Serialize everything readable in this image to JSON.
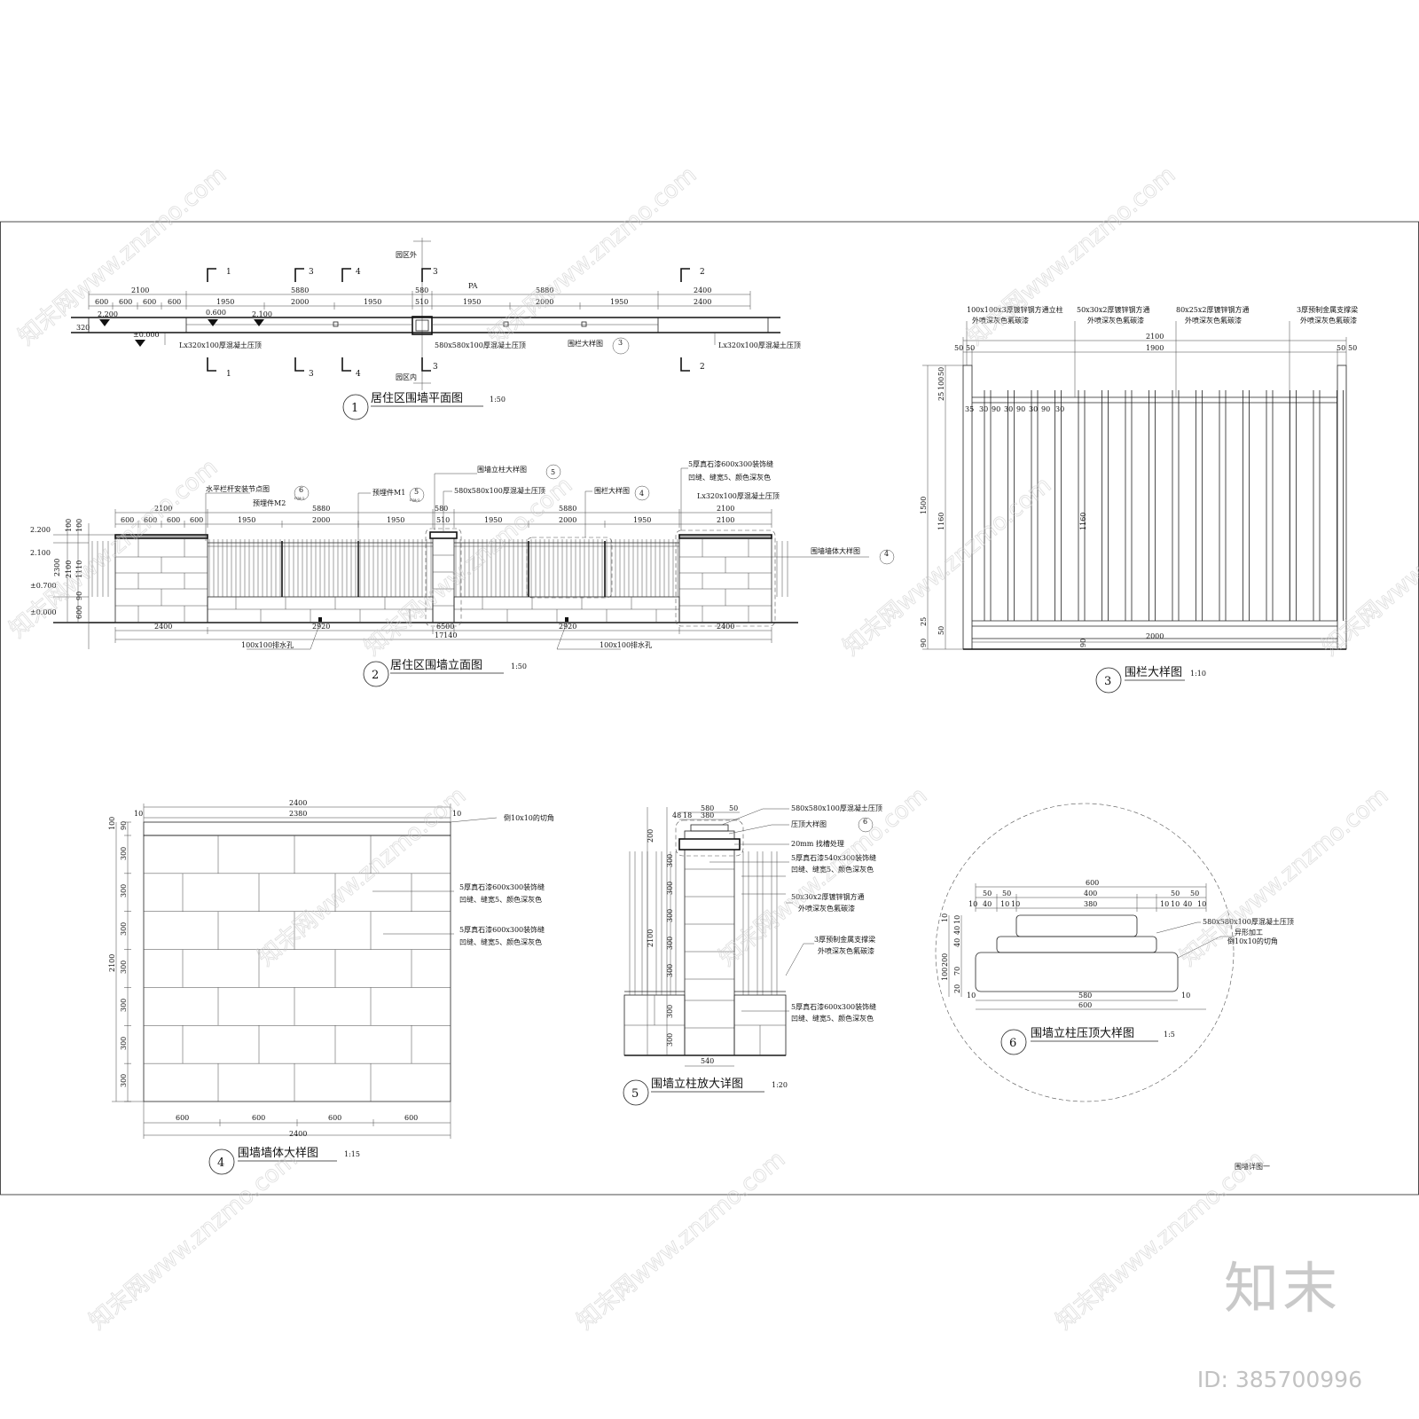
{
  "views": {
    "plan": {
      "num": "1",
      "title": "居住区围墙平面图",
      "scale": "1:50"
    },
    "elevation": {
      "num": "2",
      "title": "居住区围墙立面图",
      "scale": "1:50"
    },
    "railing": {
      "num": "3",
      "title": "围栏大样图",
      "scale": "1:10"
    },
    "wall": {
      "num": "4",
      "title": "围墙墙体大样图",
      "scale": "1:15"
    },
    "pillar": {
      "num": "5",
      "title": "围墙立柱放大详图",
      "scale": "1:20"
    },
    "cap": {
      "num": "6",
      "title": "围墙立柱压顶大样图",
      "scale": "1:5"
    }
  },
  "plan": {
    "outside": "园区外",
    "inside": "园区内",
    "pa": "PA",
    "cuts": [
      "1",
      "3",
      "4",
      "3",
      "2"
    ],
    "dims_top": [
      "2100",
      "5880",
      "580",
      "5880",
      "2400"
    ],
    "dims_sub": [
      "600",
      "600",
      "600",
      "600",
      "1950",
      "2000",
      "1950",
      "510",
      "1950",
      "2000",
      "1950",
      "2400"
    ],
    "levels": [
      "2.200",
      "±0.000",
      "0.600",
      "2.100"
    ],
    "dim_320": "320",
    "note_cap_left": "Lx320x100厚混凝土压顶",
    "note_cap_pillar": "580x580x100厚混凝土压顶",
    "note_railing": "围栏大样图",
    "note_cap_right": "Lx320x100厚混凝土压顶",
    "ref": "3"
  },
  "elevation": {
    "note_pillar_detail": "围墙立柱大样图",
    "note_paint_1": "5厚真石漆600x300装饰缝",
    "note_paint_2": "凹缝、缝宽5、颜色深灰色",
    "note_cap_pillar": "580x580x100厚混凝土压顶",
    "note_cap_wall": "Lx320x100厚混凝土压顶",
    "note_rail_node": "水平栏杆安装节点图",
    "note_embed_m2": "预埋件M2",
    "note_embed_m1": "预埋件M1",
    "note_railing": "围栏大样图",
    "note_wall_detail": "围墙墙体大样图",
    "ref_6": "6",
    "ref_5": "5",
    "ref_4": "4",
    "ref_sheet": "DJA-2",
    "dims_top": [
      "2100",
      "5880",
      "580",
      "5880",
      "2100"
    ],
    "dims_sub": [
      "600",
      "600",
      "600",
      "600",
      "1950",
      "2000",
      "1950",
      "510",
      "1950",
      "2000",
      "1950",
      "2100"
    ],
    "dims_bottom": [
      "2400",
      "2920",
      "6500",
      "2920",
      "2400"
    ],
    "total": "17140",
    "drain": "100x100排水孔",
    "levels": [
      "2.200",
      "2.100",
      "±0.700",
      "±0.000"
    ],
    "vdims": [
      "100",
      "100",
      "2300",
      "2100",
      "1110",
      "90",
      "600"
    ]
  },
  "railing": {
    "note_post": "100x100x3厚镀锌钢方通立柱",
    "note_post_2": "外喷深灰色氟碳漆",
    "note_bar": "50x30x2厚镀锌钢方通",
    "note_bar_2": "外喷深灰色氟碳漆",
    "note_rail": "80x25x2厚镀锌钢方通",
    "note_rail_2": "外喷深灰色氟碳漆",
    "note_support": "3厚预制金属支撑梁",
    "note_support_2": "外喷深灰色氟碳漆",
    "dim_total": "2100",
    "dim_inner": "1900",
    "dim_bottom": "2000",
    "dim_50": "50",
    "vdims": [
      "50",
      "100",
      "25",
      "1500",
      "1160",
      "25",
      "50",
      "90"
    ],
    "spacing": [
      "35",
      "30",
      "90",
      "30",
      "90",
      "30",
      "90",
      "30"
    ]
  },
  "wall": {
    "dim_top": "2400",
    "dim_inner": "2380",
    "dim_10": "10",
    "note_chamfer": "倒10x10的切角",
    "note_paint_1": "5厚真石漆600x300装饰缝",
    "note_paint_2": "凹缝、缝宽5、颜色深灰色",
    "vdims": [
      "100",
      "90",
      "300",
      "300",
      "300",
      "300",
      "300",
      "300",
      "300"
    ],
    "dim_h": "2100",
    "dims_bottom": [
      "600",
      "600",
      "600",
      "600"
    ],
    "dim_bottom_total": "2400"
  },
  "pillar": {
    "dim_580": "580",
    "dim_50": "50",
    "dim_380": "380",
    "dim_48": "48",
    "dim_18": "18",
    "note_cap": "580x580x100厚混凝土压顶",
    "note_cap_ref": "压顶大样图",
    "ref": "6",
    "note_20mm": "20mm 找槽处理",
    "note_paint_a1": "5厚真石漆540x300装饰缝",
    "note_paint_a2": "凹缝、缝宽5、颜色深灰色",
    "note_bar_1": "50x30x2厚镀锌钢方通",
    "note_bar_2": "外喷深灰色氟碳漆",
    "note_support_1": "3厚预制金属支撑梁",
    "note_support_2": "外喷深灰色氟碳漆",
    "note_paint_b1": "5厚真石漆600x300装饰缝",
    "note_paint_b2": "凹缝、缝宽5、颜色深灰色",
    "vdims": [
      "200",
      "2100",
      "300",
      "300",
      "300",
      "300",
      "300",
      "300",
      "300"
    ],
    "dim_540": "540"
  },
  "cap": {
    "dim_600": "600",
    "dims_row1": [
      "50",
      "50",
      "400",
      "50",
      "50"
    ],
    "dims_row2": [
      "10",
      "40",
      "10",
      "10",
      "380",
      "10",
      "10",
      "40",
      "10"
    ],
    "note_cap": "580x580x100厚混凝土压顶",
    "note_shape": "异形加工",
    "note_chamfer": "倒10x10的切角",
    "vdims": [
      "10",
      "40",
      "10",
      "40",
      "200",
      "100",
      "70",
      "20"
    ],
    "dim_580": "580",
    "dim_600b": "600",
    "dim_10": "10"
  },
  "sheet": {
    "title": "围墙详图一"
  },
  "brand": {
    "name": "知末",
    "id": "ID: 385700996",
    "site": "知末网www.znzmo.com"
  }
}
